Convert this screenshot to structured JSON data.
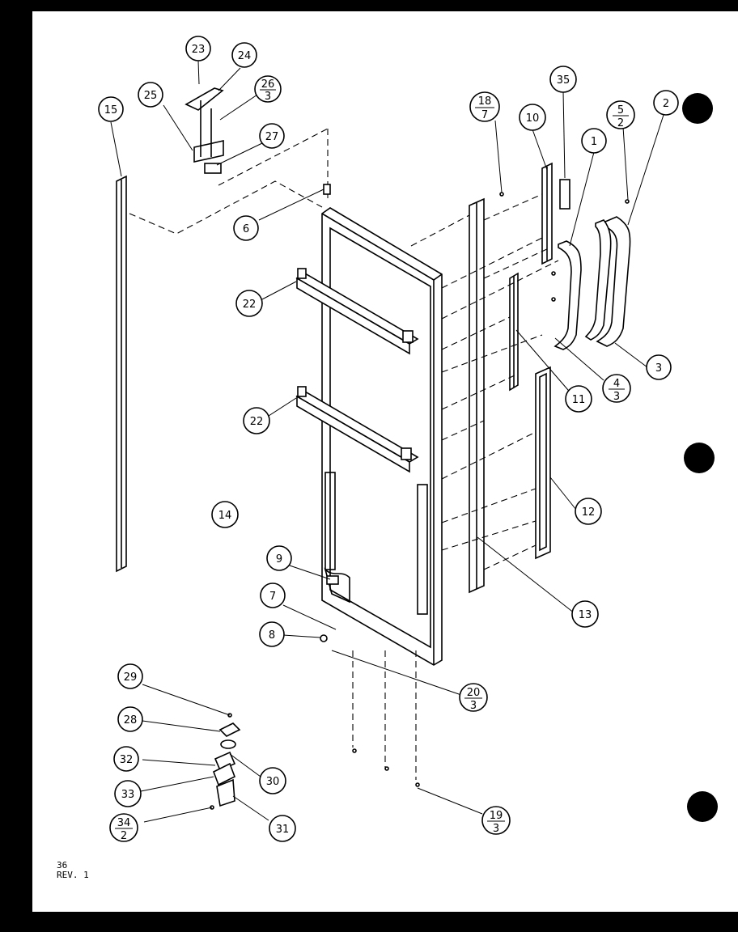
{
  "diagram": {
    "page_number": "36",
    "revision": "REV. 1",
    "callouts": [
      {
        "id": "c23",
        "label": "23"
      },
      {
        "id": "c24",
        "label": "24"
      },
      {
        "id": "c25",
        "label": "25"
      },
      {
        "id": "c26",
        "num": "26",
        "den": "3"
      },
      {
        "id": "c27",
        "label": "27"
      },
      {
        "id": "c15",
        "label": "15"
      },
      {
        "id": "c6",
        "label": "6"
      },
      {
        "id": "c22a",
        "label": "22"
      },
      {
        "id": "c22b",
        "label": "22"
      },
      {
        "id": "c14",
        "label": "14"
      },
      {
        "id": "c9",
        "label": "9"
      },
      {
        "id": "c7",
        "label": "7"
      },
      {
        "id": "c8",
        "label": "8"
      },
      {
        "id": "c20",
        "num": "20",
        "den": "3"
      },
      {
        "id": "c29",
        "label": "29"
      },
      {
        "id": "c28",
        "label": "28"
      },
      {
        "id": "c32",
        "label": "32"
      },
      {
        "id": "c30",
        "label": "30"
      },
      {
        "id": "c33",
        "label": "33"
      },
      {
        "id": "c34",
        "num": "34",
        "den": "2"
      },
      {
        "id": "c31",
        "label": "31"
      },
      {
        "id": "c19",
        "num": "19",
        "den": "3"
      },
      {
        "id": "c18",
        "num": "18",
        "den": "7"
      },
      {
        "id": "c35",
        "label": "35"
      },
      {
        "id": "c10",
        "label": "10"
      },
      {
        "id": "c1",
        "label": "1"
      },
      {
        "id": "c5",
        "num": "5",
        "den": "2"
      },
      {
        "id": "c2",
        "label": "2"
      },
      {
        "id": "c3",
        "label": "3"
      },
      {
        "id": "c4",
        "num": "4",
        "den": "3"
      },
      {
        "id": "c11",
        "label": "11"
      },
      {
        "id": "c12",
        "label": "12"
      },
      {
        "id": "c13",
        "label": "13"
      }
    ]
  },
  "colors": {
    "background": "#000000",
    "paper": "#ffffff",
    "ink": "#000000"
  }
}
